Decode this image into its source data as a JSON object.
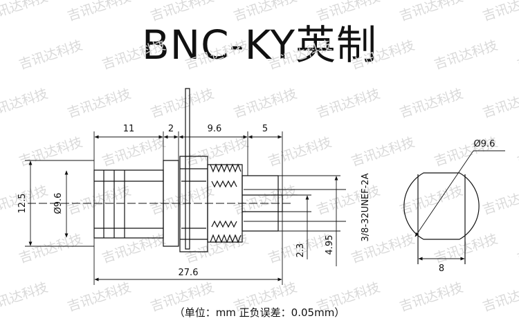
{
  "title": "BNC-KY英制",
  "watermark": "吉讯达科技",
  "dimensions": {
    "d11": "11",
    "d2": "2",
    "d9_6_len": "9.6",
    "d5": "5",
    "d12_5": "12.5",
    "dia9_6_body": "Ø9.6",
    "d27_6": "27.6",
    "d2_3": "2.3",
    "d4_95": "4.95",
    "thread": "3/8-32UNEF-2A",
    "dia9_6_end": "Ø9.6",
    "d8": "8"
  },
  "note": "（单位：mm  正负误差：0.05mm）"
}
